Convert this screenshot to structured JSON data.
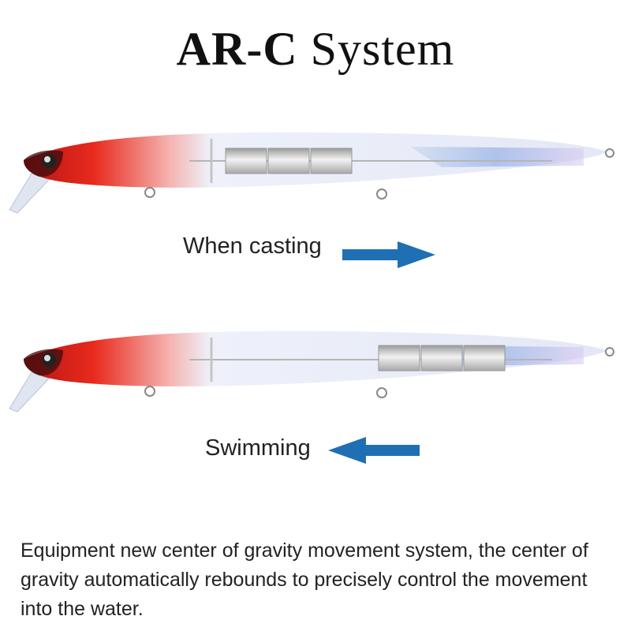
{
  "title": {
    "bold": "AR-C",
    "light": "System"
  },
  "casting": {
    "label": "When casting",
    "arrow": "right-arrow-icon"
  },
  "swimming": {
    "label": "Swimming",
    "arrow": "left-arrow-icon"
  },
  "description": "Equipment new center of gravity movement system, the center of gravity automatically rebounds to precisely control the movement into the water.",
  "colors": {
    "head": "#e0271b",
    "body": "#e9edf8",
    "arrow": "#1f6fb5",
    "weight": "#c9c9c9"
  }
}
